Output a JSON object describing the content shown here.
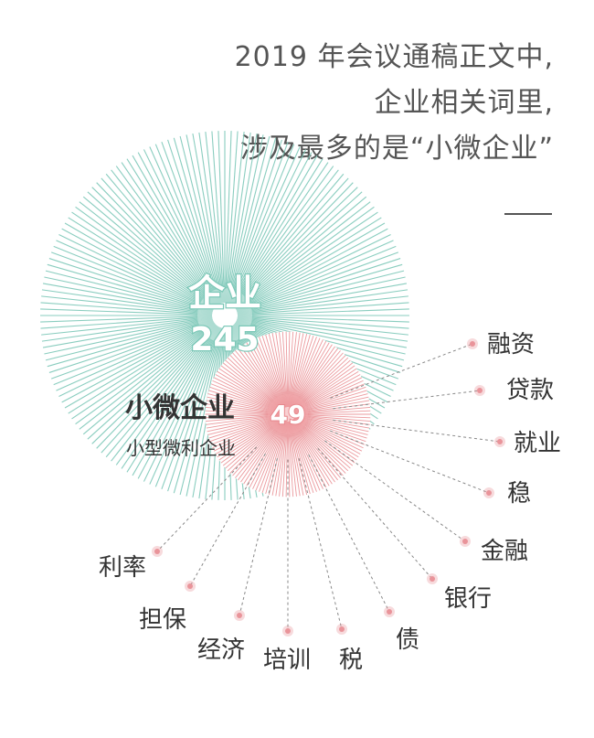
{
  "headline": {
    "line1": "2019 年会议通稿正文中,",
    "line2": "企业相关词里,",
    "line3": "涉及最多的是“小微企业”"
  },
  "chart_data": {
    "type": "bubble-radial",
    "big": {
      "label": "企业",
      "value": 245,
      "color": "#7dc8b8"
    },
    "small": {
      "label": "小微企业",
      "sublabel": "小型微利企业",
      "value": 49,
      "color": "#e8878c"
    },
    "related_terms": [
      "融资",
      "贷款",
      "就业",
      "稳",
      "金融",
      "银行",
      "债",
      "税",
      "培训",
      "经济",
      "担保",
      "利率"
    ],
    "colors": {
      "text": "#555555",
      "label_text": "#333333",
      "dot": "#e9949a",
      "connector": "#888888"
    }
  }
}
